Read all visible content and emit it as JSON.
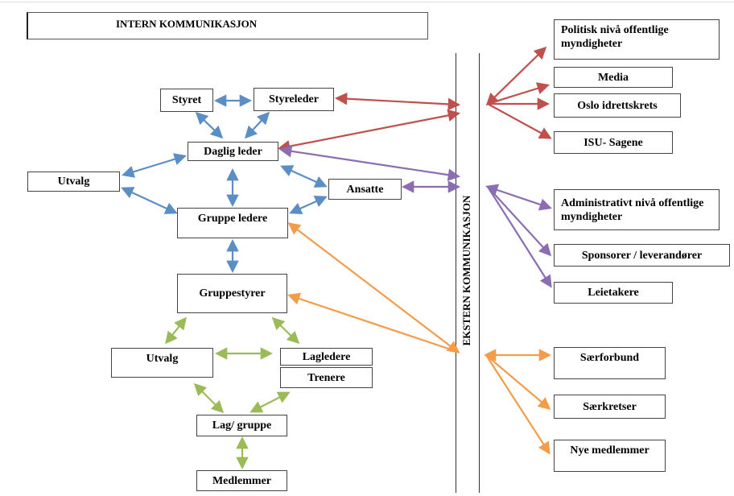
{
  "title": "INTERN KOMMUNIKASJON",
  "vertical_label": "EKSTERN KOMMUNIKASJON",
  "colors": {
    "blue": "#5b8ec4",
    "green": "#9bbb59",
    "red": "#c0504d",
    "purple": "#8a6db3",
    "orange": "#f39c4a"
  },
  "nodes": {
    "styret": "Styret",
    "styreleder": "Styreleder",
    "daglig_leder": "Daglig leder",
    "utvalg_top": "Utvalg",
    "ansatte": "Ansatte",
    "gruppeledere": "Gruppe ledere",
    "gruppestyrer": "Gruppestyrer",
    "utvalg_bottom": "Utvalg",
    "lagledere": "Lagledere",
    "trenere": "Trenere",
    "lag_gruppe": "Lag/ gruppe",
    "medlemmer": "Medlemmer",
    "politisk": "Politisk nivå offentlige myndigheter",
    "media": "Media",
    "oslo_idrettskrets": "Oslo idrettskrets",
    "isu_sagene": "ISU- Sagene",
    "administrativt": "Administrativt nivå offentlige myndigheter",
    "sponsorer": "Sponsorer / leverandører",
    "leietakere": "Leietakere",
    "saerforbund": "Særforbund",
    "saerkretser": "Særkretser",
    "nye_medlemmer": "Nye medlemmer"
  }
}
